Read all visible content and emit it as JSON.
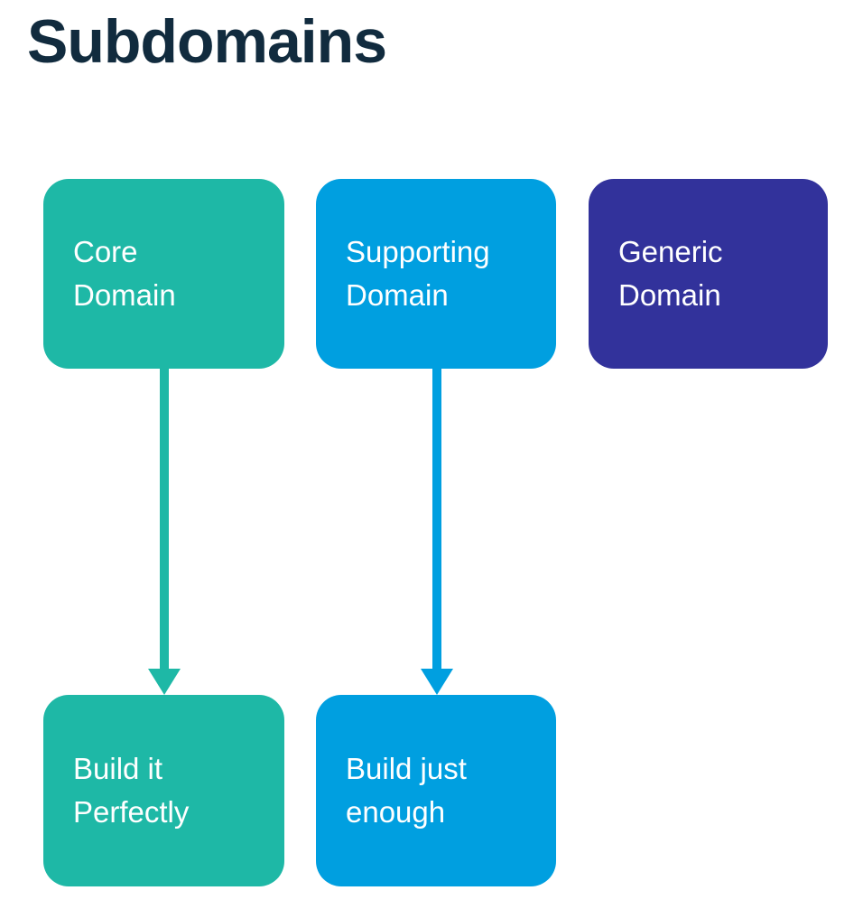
{
  "page": {
    "title": "Subdomains",
    "background": "#FFFFFF"
  },
  "colors": {
    "title_text": "#112B3E",
    "teal": "#1EB8A6",
    "blue": "#009FE0",
    "indigo": "#32329B",
    "box_text": "#FFFFFF"
  },
  "diagram": {
    "nodes": [
      {
        "id": "core-domain",
        "label": "Core Domain",
        "lines": [
          "Core",
          "Domain"
        ],
        "color": "teal",
        "row": "top"
      },
      {
        "id": "supporting-domain",
        "label": "Supporting Domain",
        "lines": [
          "Supporting",
          "Domain"
        ],
        "color": "blue",
        "row": "top"
      },
      {
        "id": "generic-domain",
        "label": "Generic Domain",
        "lines": [
          "Generic",
          "Domain"
        ],
        "color": "indigo",
        "row": "top"
      },
      {
        "id": "build-it-perfectly",
        "label": "Build it Perfectly",
        "lines": [
          "Build it",
          "Perfectly"
        ],
        "color": "teal",
        "row": "bottom"
      },
      {
        "id": "build-just-enough",
        "label": "Build just enough",
        "lines": [
          "Build just",
          "enough"
        ],
        "color": "blue",
        "row": "bottom"
      }
    ],
    "arrows": [
      {
        "from": "core-domain",
        "to": "build-it-perfectly",
        "color": "teal",
        "direction": "down"
      },
      {
        "from": "supporting-domain",
        "to": "build-just-enough",
        "color": "blue",
        "direction": "down"
      }
    ]
  }
}
